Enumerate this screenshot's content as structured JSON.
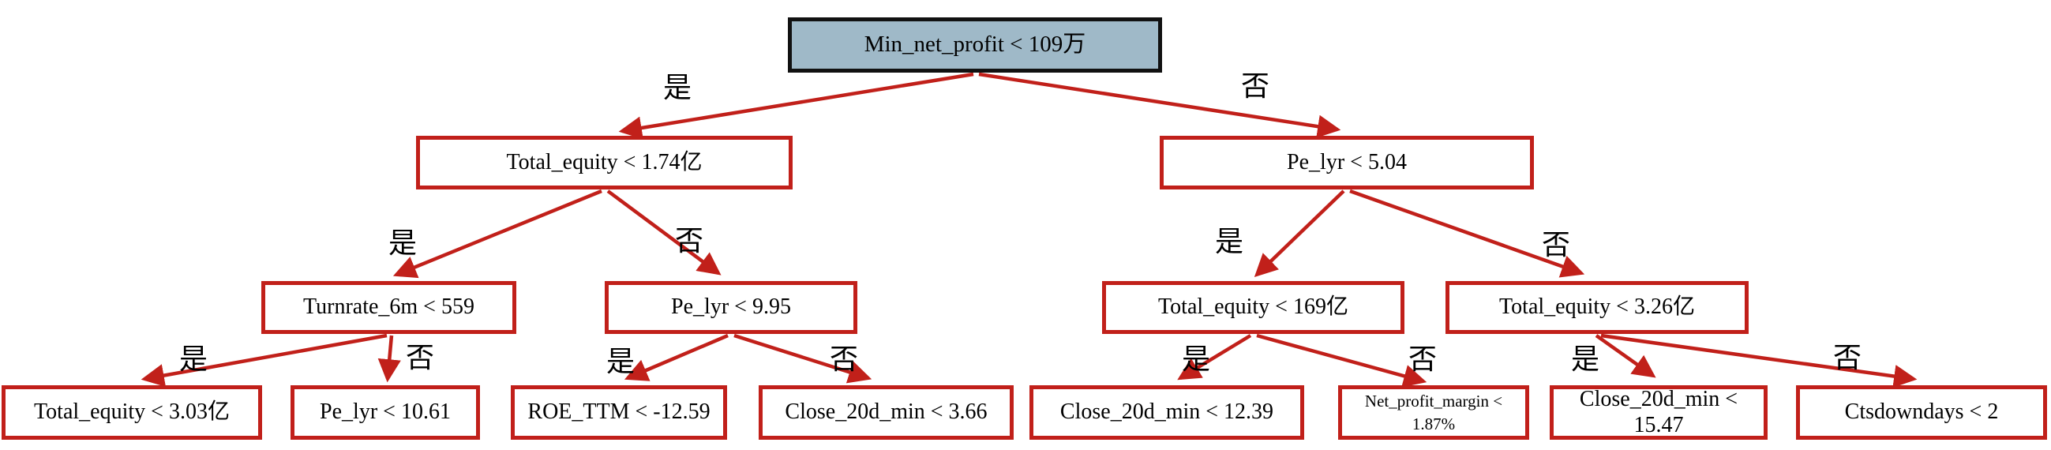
{
  "diagram": {
    "kind": "decision-tree",
    "colors": {
      "node_border": "#c1201a",
      "arrow": "#c1201a",
      "root_fill": "#9fb9c8",
      "root_border": "#111111",
      "text": "#000000",
      "background": "#ffffff"
    }
  },
  "edge_labels": {
    "yes": "是",
    "no": "否"
  },
  "tree": {
    "root": {
      "label": "Min_net_profit < 109万"
    },
    "level2": [
      {
        "label": "Total_equity < 1.74亿"
      },
      {
        "label": "Pe_lyr < 5.04"
      }
    ],
    "level3": [
      {
        "label": "Turnrate_6m < 559"
      },
      {
        "label": "Pe_lyr < 9.95"
      },
      {
        "label": "Total_equity < 169亿"
      },
      {
        "label": "Total_equity < 3.26亿"
      }
    ],
    "level4": [
      {
        "label": "Total_equity < 3.03亿"
      },
      {
        "label": "Pe_lyr < 10.61"
      },
      {
        "label": "ROE_TTM < -12.59"
      },
      {
        "label": "Close_20d_min < 3.66"
      },
      {
        "label": "Close_20d_min < 12.39"
      },
      {
        "label": "Net_profit_margin < 1.87%"
      },
      {
        "label": "Close_20d_min < 15.47"
      },
      {
        "label": "Ctsdowndays < 2"
      }
    ],
    "edges": [
      {
        "from": "Min_net_profit < 109万",
        "to": "Total_equity < 1.74亿",
        "label": "是"
      },
      {
        "from": "Min_net_profit < 109万",
        "to": "Pe_lyr < 5.04",
        "label": "否"
      },
      {
        "from": "Total_equity < 1.74亿",
        "to": "Turnrate_6m < 559",
        "label": "是"
      },
      {
        "from": "Total_equity < 1.74亿",
        "to": "Pe_lyr < 9.95",
        "label": "否"
      },
      {
        "from": "Pe_lyr < 5.04",
        "to": "Total_equity < 169亿",
        "label": "是"
      },
      {
        "from": "Pe_lyr < 5.04",
        "to": "Total_equity < 3.26亿",
        "label": "否"
      },
      {
        "from": "Turnrate_6m < 559",
        "to": "Total_equity < 3.03亿",
        "label": "是"
      },
      {
        "from": "Turnrate_6m < 559",
        "to": "Pe_lyr < 10.61",
        "label": "否"
      },
      {
        "from": "Pe_lyr < 9.95",
        "to": "ROE_TTM < -12.59",
        "label": "是"
      },
      {
        "from": "Pe_lyr < 9.95",
        "to": "Close_20d_min < 3.66",
        "label": "否"
      },
      {
        "from": "Total_equity < 169亿",
        "to": "Close_20d_min < 12.39",
        "label": "是"
      },
      {
        "from": "Total_equity < 169亿",
        "to": "Net_profit_margin < 1.87%",
        "label": "否"
      },
      {
        "from": "Total_equity < 3.26亿",
        "to": "Close_20d_min < 15.47",
        "label": "是"
      },
      {
        "from": "Total_equity < 3.26亿",
        "to": "Ctsdowndays < 2",
        "label": "否"
      }
    ]
  }
}
